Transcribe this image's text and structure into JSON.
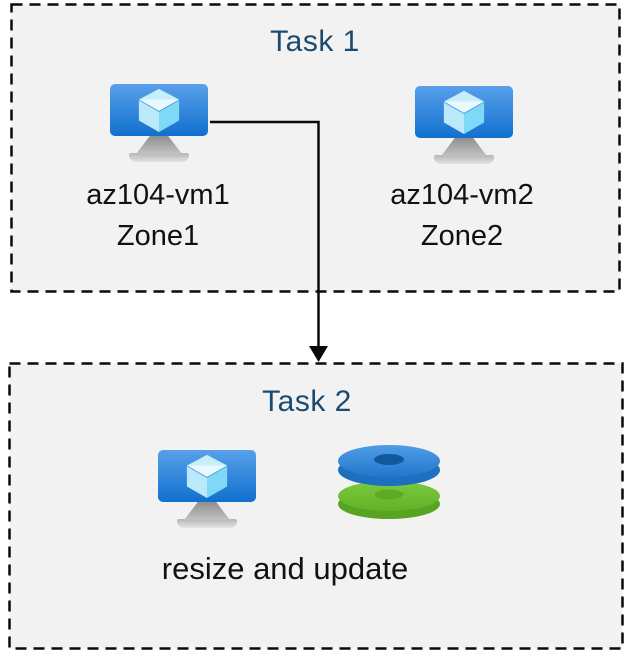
{
  "diagram": {
    "colors": {
      "page_background": "#ffffff",
      "box_fill": "#f2f2f2",
      "box_border": "#0a0a0a",
      "title_text": "#1c4a6e",
      "label_text": "#111111",
      "vm_screen_top": "#58a0ea",
      "vm_screen_bottom": "#1170ce",
      "disk_blue": "#2f87d8",
      "disk_green": "#6abe2c"
    },
    "task1": {
      "title": "Task 1",
      "vms": [
        {
          "name": "az104-vm1",
          "zone": "Zone1",
          "icon": "virtual-machine-icon"
        },
        {
          "name": "az104-vm2",
          "zone": "Zone2",
          "icon": "virtual-machine-icon"
        }
      ]
    },
    "connector": {
      "style": "elbow-arrow",
      "from": "az104-vm1",
      "to": "Task 2"
    },
    "task2": {
      "title": "Task 2",
      "caption": "resize and update",
      "icons": [
        "virtual-machine-icon",
        "managed-disks-icon"
      ]
    }
  }
}
